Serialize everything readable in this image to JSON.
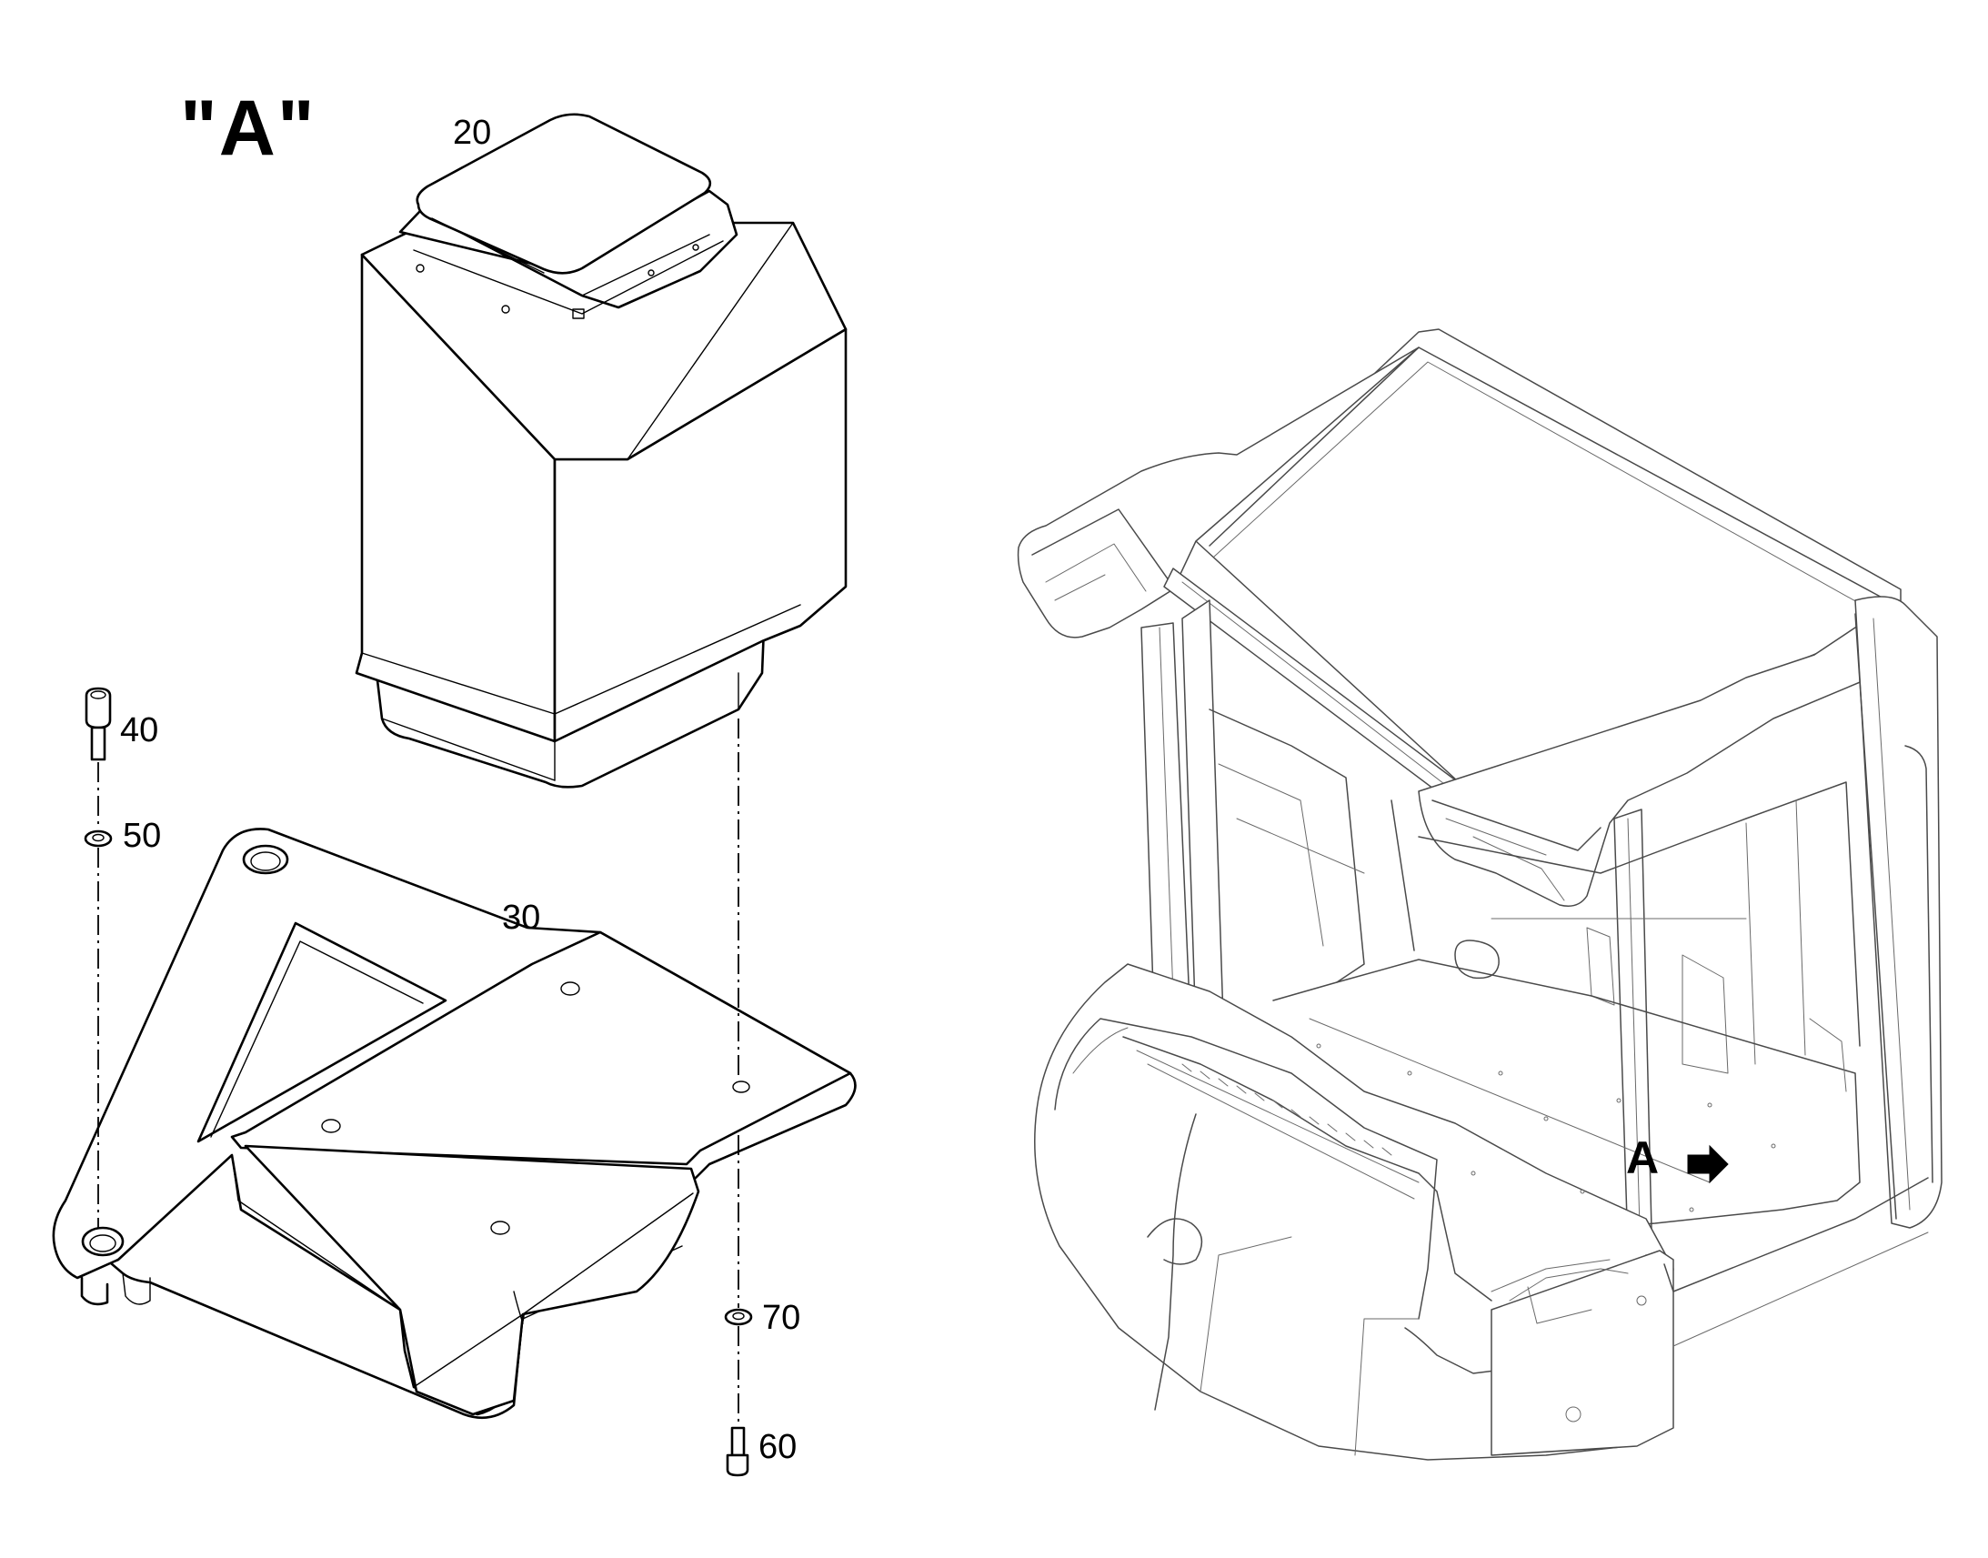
{
  "view_title": "\"A\"",
  "view_marker": "A",
  "callouts": [
    "20",
    "30",
    "40",
    "50",
    "60",
    "70"
  ],
  "colors": {
    "line": "#000000",
    "background": "#ffffff",
    "context_line": "#4a4a4a"
  }
}
